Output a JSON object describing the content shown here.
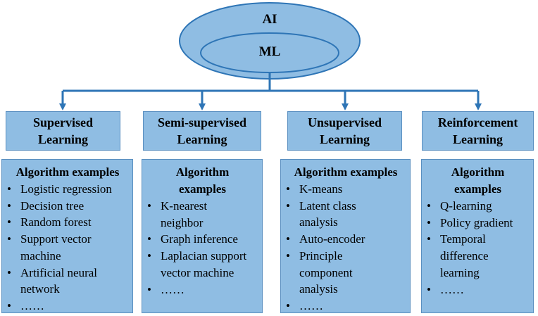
{
  "ai": {
    "outer_label": "AI",
    "inner_label": "ML"
  },
  "categories": [
    {
      "line1": "Supervised",
      "line2": "Learning",
      "algo_title": [
        "Algorithm examples"
      ],
      "items": [
        "Logistic regression",
        "Decision tree",
        "Random forest",
        "Support vector machine",
        "Artificial neural network",
        "……"
      ]
    },
    {
      "line1": "Semi-supervised",
      "line2": "Learning",
      "algo_title": [
        "Algorithm",
        "examples"
      ],
      "items": [
        "K-nearest neighbor",
        "Graph inference",
        "Laplacian support vector machine",
        "……"
      ]
    },
    {
      "line1": "Unsupervised",
      "line2": "Learning",
      "algo_title": [
        "Algorithm examples"
      ],
      "items": [
        "K-means",
        "Latent class analysis",
        "Auto-encoder",
        "Principle component analysis",
        "……"
      ]
    },
    {
      "line1": "Reinforcement",
      "line2": "Learning",
      "algo_title": [
        "Algorithm",
        "examples"
      ],
      "items": [
        "Q-learning",
        "Policy gradient",
        "Temporal difference learning",
        "……"
      ]
    }
  ],
  "colors": {
    "fill": "#8fbde3",
    "border": "#5a8fc0",
    "connector": "#2e75b6"
  }
}
